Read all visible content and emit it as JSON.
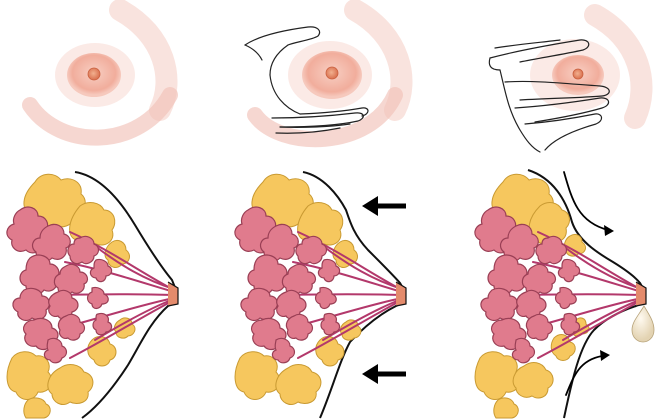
{
  "figure": {
    "panels": [
      {
        "id": "panel-1",
        "step": 1,
        "technique": "breast-areola-view",
        "hands": "none",
        "arrows": "none"
      },
      {
        "id": "panel-2",
        "step": 2,
        "technique": "c-hold",
        "hands": "thumb-above-fingers-below",
        "arrows": "press-inward"
      },
      {
        "id": "panel-3",
        "step": 3,
        "technique": "compress-and-roll",
        "hands": "fingers-rolling-forward",
        "arrows": "curved-forward",
        "milk_drop": true
      }
    ],
    "anatomy_parts": [
      "areola-icon",
      "nipple-icon",
      "fatty-tissue-icon",
      "milk-gland-lobules-icon",
      "milk-ducts-icon",
      "skin-outline-icon"
    ]
  },
  "colors": {
    "skin_glow": "#f2c0b6",
    "areola": "#f3b5a6",
    "nipple": "#e48b6c",
    "fat": "#f6c75e",
    "fat_outline": "#c99a32",
    "gland": "#e07b8d",
    "gland_outline": "#9a3f55",
    "duct": "#b3386b",
    "outline": "#111111",
    "milk": "#f2e7cf"
  }
}
